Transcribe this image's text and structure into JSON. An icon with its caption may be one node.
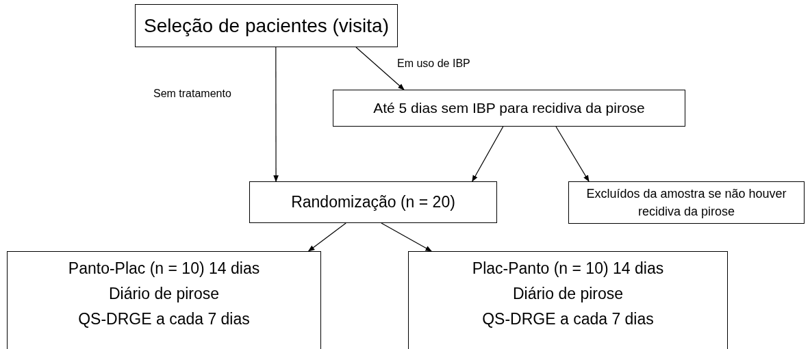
{
  "diagram": {
    "nodes": [
      {
        "text": [
          "Seleção de pacientes (visita)"
        ]
      },
      {
        "text": [
          "Até 5 dias sem IBP para recidiva da pirose"
        ]
      },
      {
        "text": [
          "Randomização (n = 20)"
        ]
      },
      {
        "text": [
          "Excluídos da amostra se não houver recidiva da pirose"
        ]
      },
      {
        "text": [
          "Panto-Plac (n = 10) 14 dias",
          "Diário de pirose",
          "QS-DRGE a cada 7 dias"
        ]
      },
      {
        "text": [
          "Plac-Panto (n = 10) 14 dias",
          "Diário de pirose",
          "QS-DRGE a cada 7 dias"
        ]
      }
    ],
    "edges": [
      {
        "from": 0,
        "to": 2,
        "arrow": "to",
        "label": "Sem tratamento"
      },
      {
        "from": 0,
        "to": 1,
        "arrow": "to",
        "label": "Em uso de IBP"
      },
      {
        "from": 1,
        "to": 2,
        "arrow": "to"
      },
      {
        "from": 1,
        "to": 3,
        "arrow": "to"
      },
      {
        "from": 2,
        "to": 4,
        "arrow": "to"
      },
      {
        "from": 2,
        "to": 5,
        "arrow": "to"
      }
    ]
  }
}
